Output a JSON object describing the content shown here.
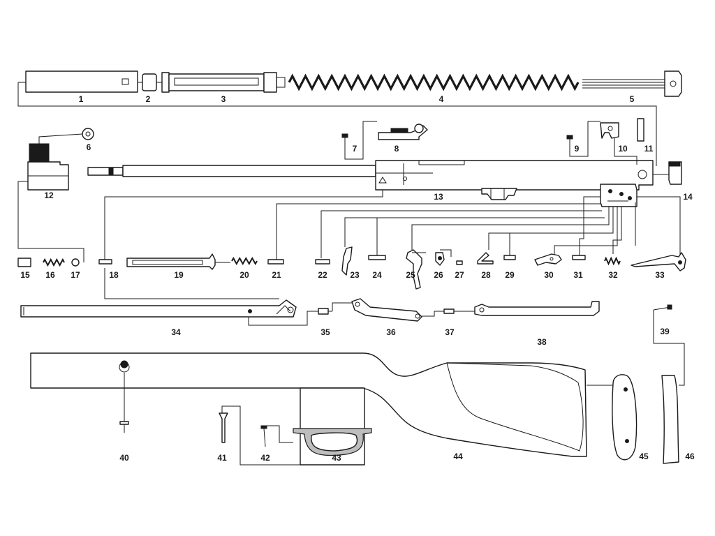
{
  "part_labels": [
    "1",
    "2",
    "3",
    "4",
    "5",
    "6",
    "7",
    "8",
    "9",
    "10",
    "11",
    "12",
    "13",
    "14",
    "15",
    "16",
    "17",
    "18",
    "19",
    "20",
    "21",
    "22",
    "23",
    "24",
    "25",
    "26",
    "27",
    "28",
    "29",
    "30",
    "31",
    "32",
    "33",
    "34",
    "35",
    "36",
    "37",
    "38",
    "39",
    "40",
    "41",
    "42",
    "43",
    "44",
    "45",
    "46"
  ]
}
